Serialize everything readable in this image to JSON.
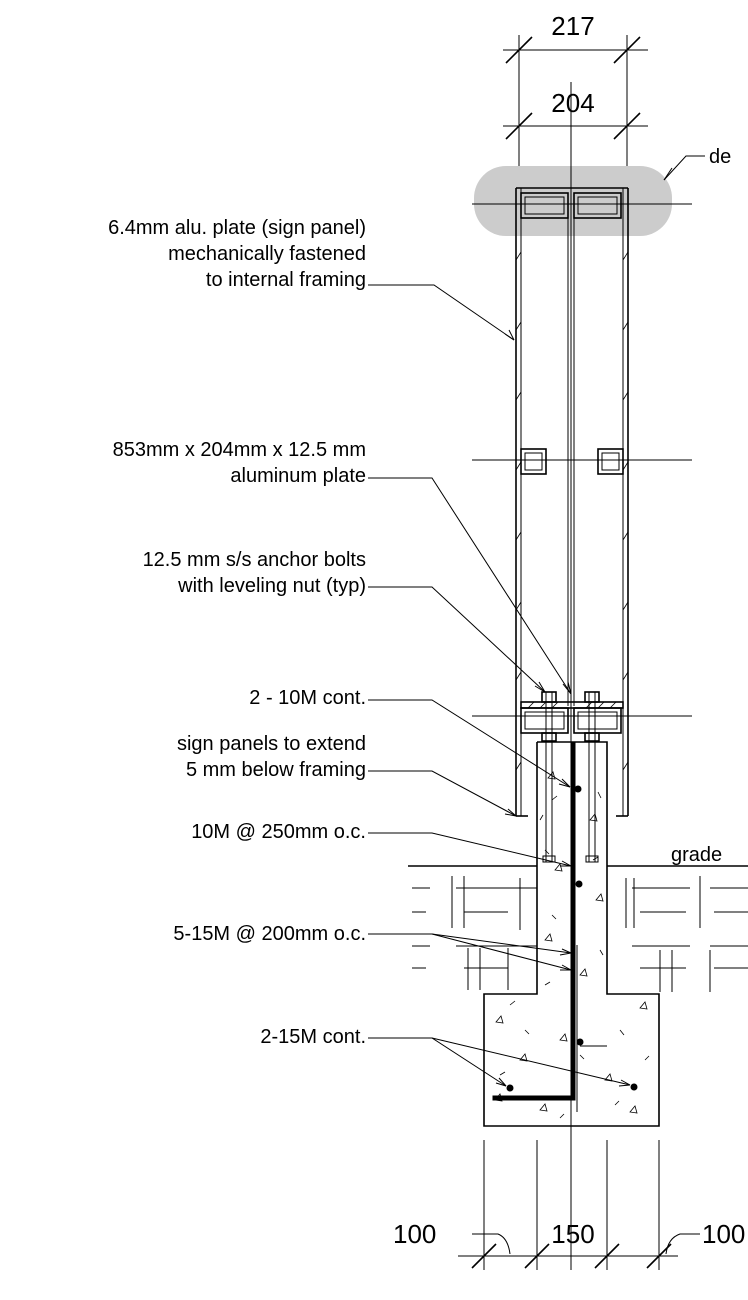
{
  "dimensions": {
    "overall_width": "217",
    "panel_width": "204",
    "footing_left": "100",
    "pier_width": "150",
    "footing_right": "100"
  },
  "callout": {
    "detail_text": "de"
  },
  "labels": {
    "sign_panel": [
      "6.4mm alu. plate (sign panel)",
      "mechanically fastened",
      "to internal framing"
    ],
    "aluminum_plate": [
      "853mm x 204mm x 12.5 mm",
      "aluminum plate"
    ],
    "anchor_bolts": [
      "12.5 mm s/s anchor bolts",
      "with leveling nut  (typ)"
    ],
    "cont_10m": "2 - 10M cont.",
    "panels_extend": [
      "sign panels to extend",
      "5 mm below framing"
    ],
    "ties_10m": "10M @ 250mm o.c.",
    "bars_15m": "5-15M @ 200mm o.c.",
    "cont_15m": "2-15M cont.",
    "grade": "grade"
  }
}
